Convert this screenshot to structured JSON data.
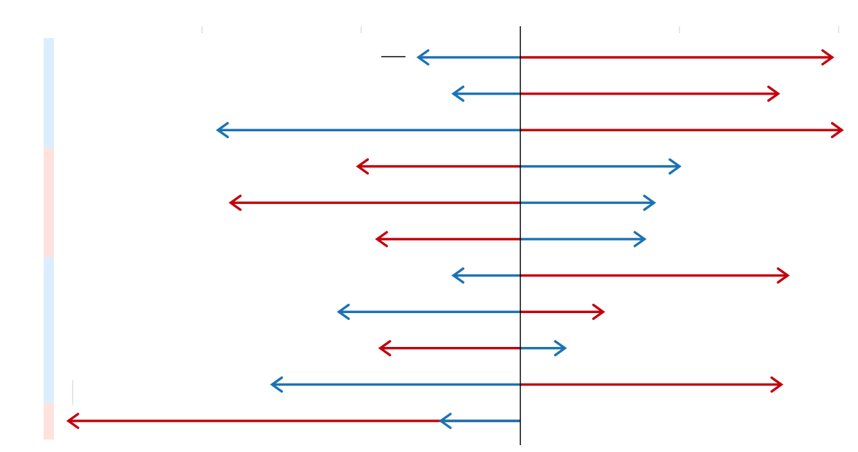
{
  "chart_data": {
    "type": "diverging-arrows",
    "title": "",
    "xlabel": "",
    "ylabel": "",
    "xlim": [
      -1.5,
      1.0
    ],
    "tick_values": [
      -1.0,
      -0.5,
      0.5,
      1.0
    ],
    "zero_line": 0,
    "group_bands": [
      {
        "start_row": 0,
        "end_row": 2,
        "color": "#dbeeff"
      },
      {
        "start_row": 3,
        "end_row": 5,
        "color": "#ffe2dc"
      },
      {
        "start_row": 6,
        "end_row": 9,
        "color": "#dbeeff"
      },
      {
        "start_row": 10,
        "end_row": 10,
        "color": "#ffe2dc"
      }
    ],
    "colors": {
      "blue": "#1a73b5",
      "red": "#c4000b",
      "axis": "#000000"
    },
    "rows": [
      {
        "left": -0.32,
        "right": 0.98,
        "left_color": "blue",
        "right_color": "red"
      },
      {
        "left": -0.21,
        "right": 0.81,
        "left_color": "blue",
        "right_color": "red"
      },
      {
        "left": -0.95,
        "right": 1.01,
        "left_color": "blue",
        "right_color": "red"
      },
      {
        "left": -0.51,
        "right": 0.5,
        "left_color": "red",
        "right_color": "blue"
      },
      {
        "left": -0.91,
        "right": 0.42,
        "left_color": "red",
        "right_color": "blue"
      },
      {
        "left": -0.45,
        "right": 0.39,
        "left_color": "red",
        "right_color": "blue"
      },
      {
        "left": -0.21,
        "right": 0.84,
        "left_color": "blue",
        "right_color": "red"
      },
      {
        "left": -0.57,
        "right": 0.26,
        "left_color": "blue",
        "right_color": "red"
      },
      {
        "left": -0.44,
        "right": 0.14,
        "left_color": "red",
        "right_color": "blue"
      },
      {
        "left": -0.78,
        "right": 0.82,
        "left_color": "blue",
        "right_color": "red"
      },
      {
        "left": -1.42,
        "right": -0.25,
        "left_color": "red",
        "right_color": "blue"
      }
    ]
  }
}
